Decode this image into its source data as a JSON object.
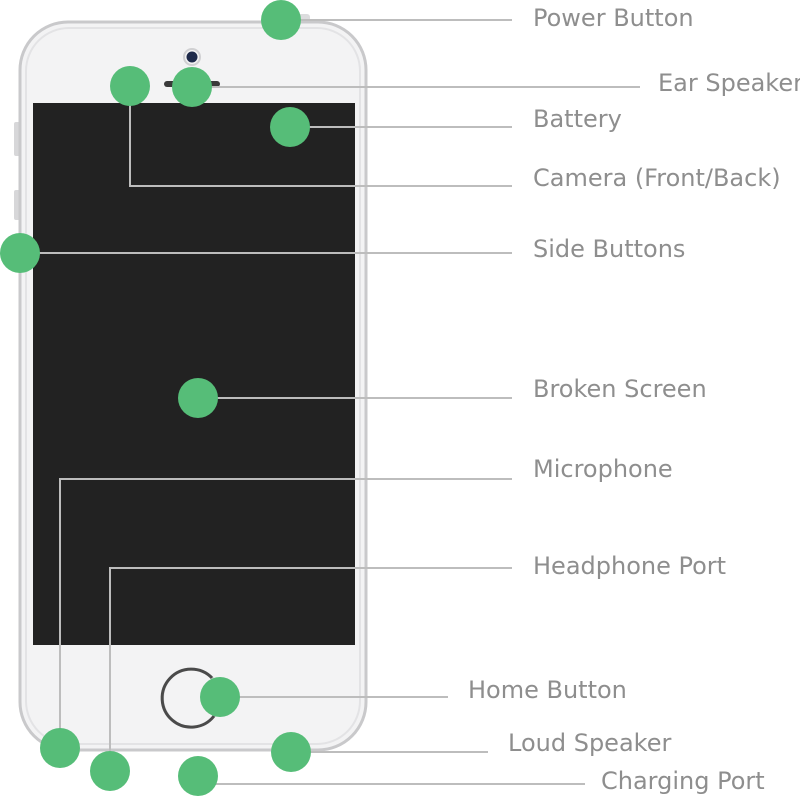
{
  "diagram": {
    "subject": "iPhone repair parts",
    "colors": {
      "marker": "#56bd78",
      "screen": "#222222",
      "phone_body": "#f3f3f4",
      "phone_frame": "#c9c9cb",
      "leader_line": "#bdbdbd",
      "label_text": "#8e8e8e"
    },
    "labels": {
      "power_button": "Power Button",
      "ear_speaker": "Ear Speaker",
      "battery": "Battery",
      "camera": "Camera (Front/Back)",
      "side_buttons": "Side Buttons",
      "broken_screen": "Broken Screen",
      "microphone": "Microphone",
      "headphone_port": "Headphone Port",
      "home_button": "Home Button",
      "loud_speaker": "Loud Speaker",
      "charging_port": "Charging Port"
    }
  }
}
